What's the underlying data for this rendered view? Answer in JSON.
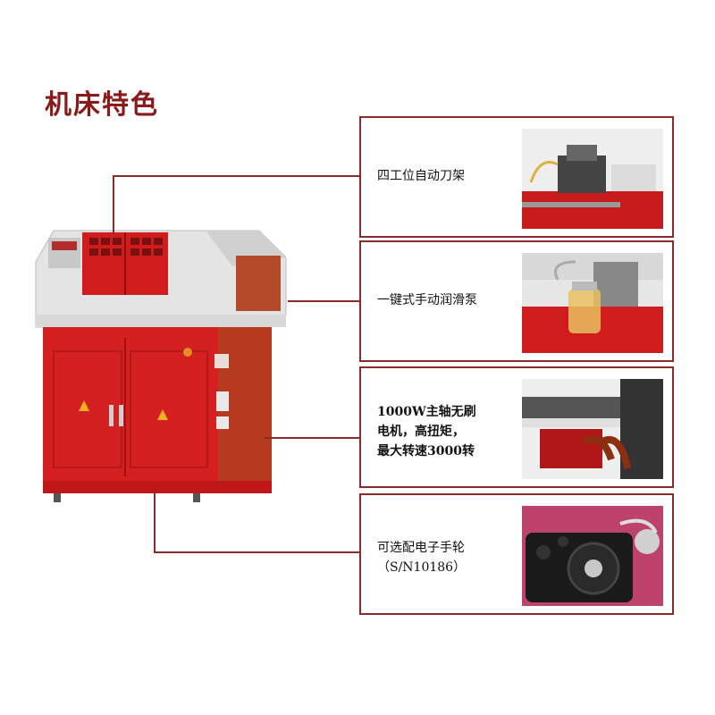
{
  "page": {
    "title": "机床特色"
  },
  "features": [
    {
      "line1": "四工位自动刀架",
      "line2": "",
      "line3": "",
      "image": "tool-post-photo"
    },
    {
      "line1": "一键式手动润滑泵",
      "line2": "",
      "line3": "",
      "image": "lubrication-pump-photo"
    },
    {
      "line1": "1000W主轴无刷",
      "line2": "电机，高扭矩，",
      "line3": "最大转速3000转",
      "image": "spindle-motor-photo"
    },
    {
      "line1": "可选配电子手轮",
      "line2": "（S/N10186）",
      "line3": "",
      "image": "handwheel-photo"
    }
  ],
  "colors": {
    "accent": "#8b2a2a",
    "machine_red": "#d42020",
    "machine_grey": "#e2e2e2"
  }
}
